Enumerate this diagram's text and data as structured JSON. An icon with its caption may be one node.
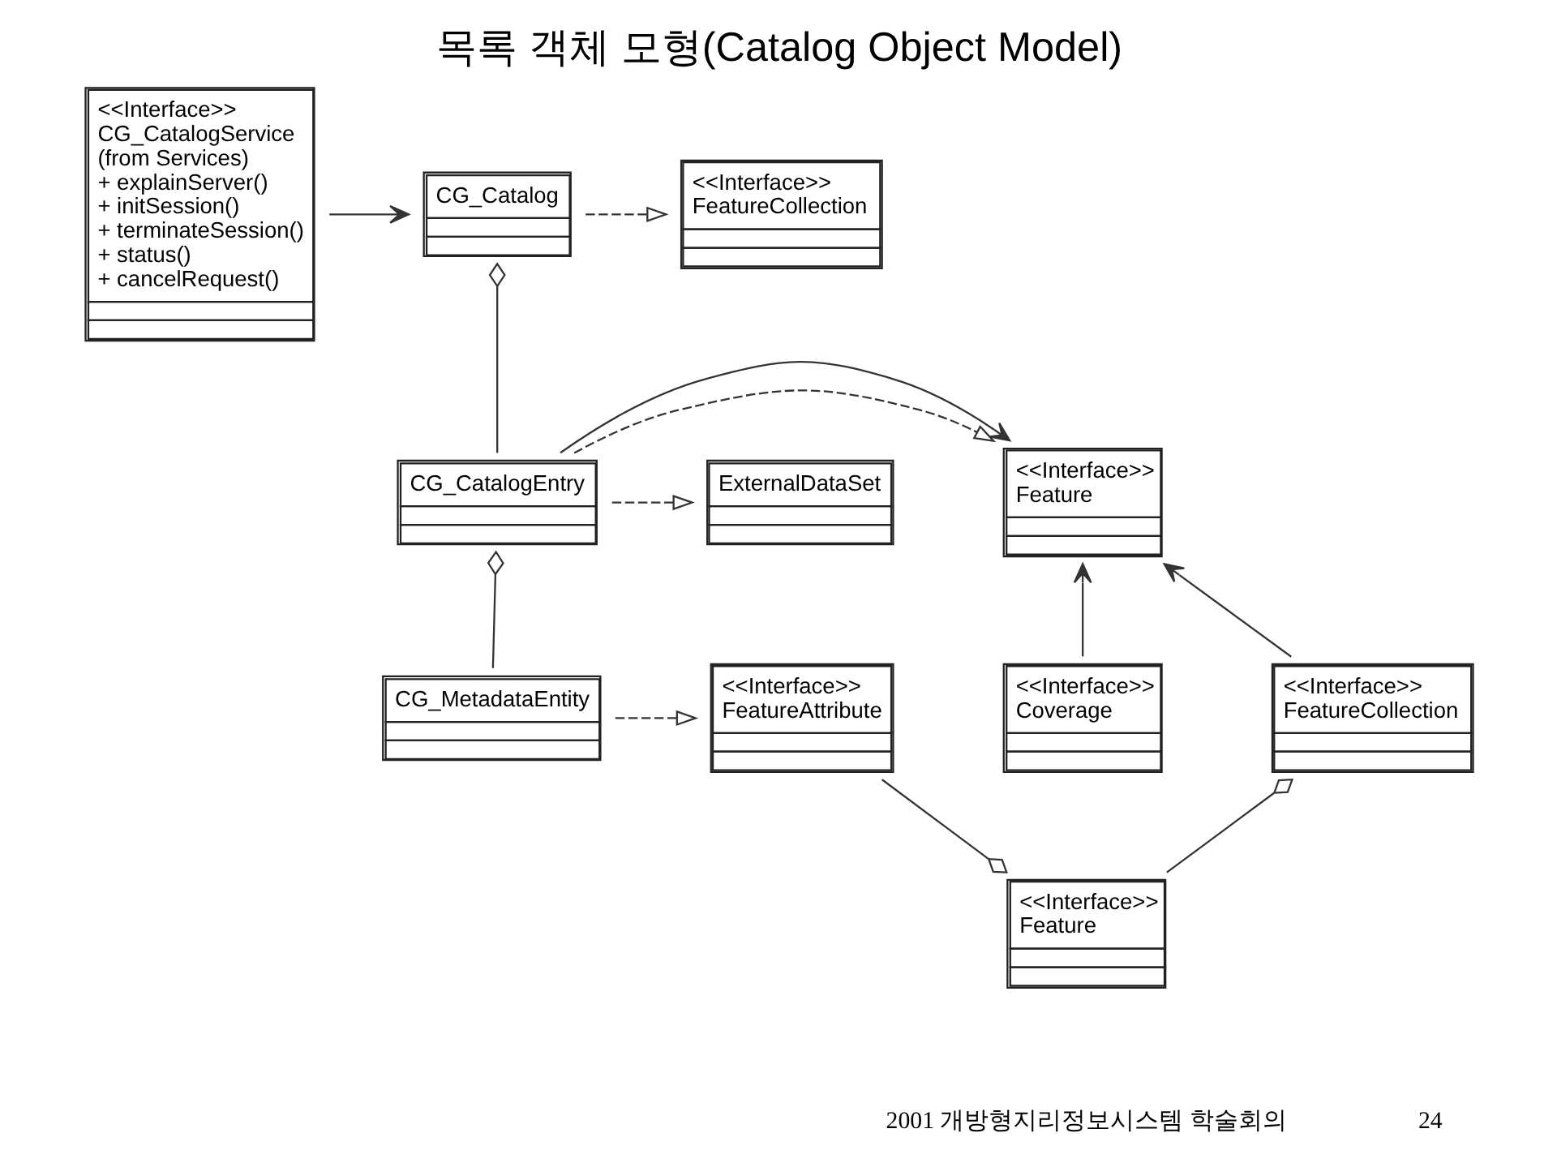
{
  "diagram": {
    "title": "목록 객체 모형(Catalog Object Model)",
    "nodes": [
      {
        "text": [
          "<<Interface>>",
          "CG_CatalogService",
          "(from Services)",
          "+ explainServer()",
          "+ initSession()",
          "+ terminateSession()",
          "+ status()",
          "+ cancelRequest()"
        ]
      },
      {
        "text": [
          "CG_Catalog"
        ]
      },
      {
        "text": [
          "<<Interface>>",
          "FeatureCollection"
        ]
      },
      {
        "text": [
          "<<Interface>>",
          "Feature"
        ]
      },
      {
        "text": [
          "CG_CatalogEntry"
        ]
      },
      {
        "text": [
          "ExternalDataSet"
        ]
      },
      {
        "text": [
          "<<Interface>>",
          "Coverage"
        ]
      },
      {
        "text": [
          "<<Interface>>",
          "FeatureCollection"
        ]
      },
      {
        "text": [
          "CG_MetadataEntity"
        ]
      },
      {
        "text": [
          "<<Interface>>",
          "FeatureAttribute"
        ]
      },
      {
        "text": [
          "<<Interface>>",
          "Feature"
        ]
      }
    ],
    "edges": [
      {
        "from": 0,
        "to": 1,
        "arrow": "to"
      },
      {
        "from": 1,
        "to": 2,
        "arrow": "to",
        "style": "dashed"
      },
      {
        "from": 1,
        "to": 4,
        "arrow": "other"
      },
      {
        "from": 4,
        "to": 3,
        "arrow": "to",
        "style": "dashed"
      },
      {
        "from": 4,
        "to": 3,
        "arrow": "to"
      },
      {
        "from": 4,
        "to": 5,
        "arrow": "to",
        "style": "dashed"
      },
      {
        "from": 6,
        "to": 3,
        "arrow": "to"
      },
      {
        "from": 7,
        "to": 3,
        "arrow": "to"
      },
      {
        "from": 4,
        "to": 8,
        "arrow": "other"
      },
      {
        "from": 8,
        "to": 9,
        "arrow": "to",
        "style": "dashed"
      },
      {
        "from": 7,
        "to": 10,
        "arrow": "other"
      },
      {
        "from": 10,
        "to": 9,
        "arrow": "other"
      }
    ],
    "labels": [
      "2001 개방형지리정보시스템 학술회의",
      "24"
    ]
  }
}
